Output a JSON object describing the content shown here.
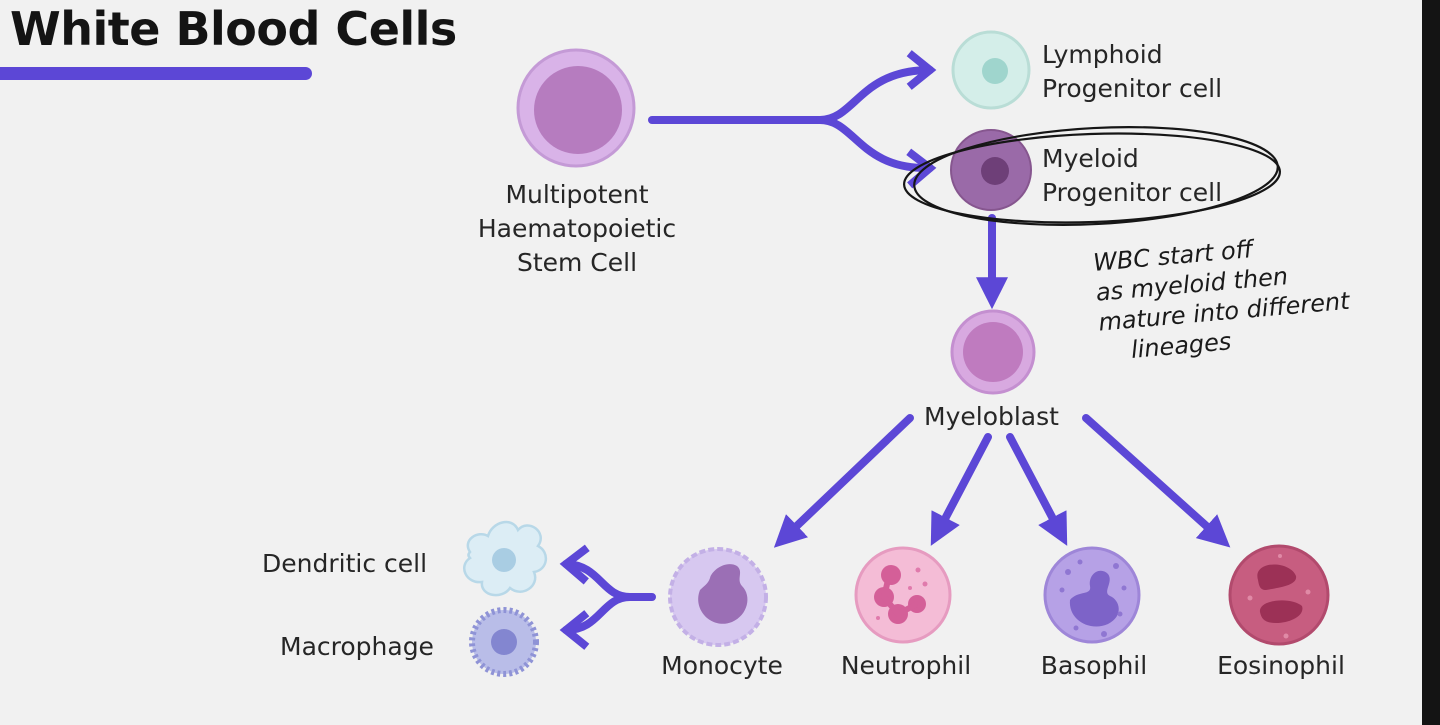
{
  "title": "White Blood Cells",
  "cells": {
    "stem_cell": {
      "label_lines": [
        "Multipotent",
        "Haematopoietic",
        "Stem Cell"
      ]
    },
    "lymphoid": {
      "label_lines": [
        "Lymphoid",
        "Progenitor cell"
      ]
    },
    "myeloid": {
      "label_lines": [
        "Myeloid",
        "Progenitor cell"
      ]
    },
    "myeloblast": {
      "label": "Myeloblast"
    },
    "monocyte": {
      "label": "Monocyte"
    },
    "neutrophil": {
      "label": "Neutrophil"
    },
    "basophil": {
      "label": "Basophil"
    },
    "eosinophil": {
      "label": "Eosinophil"
    },
    "dendritic": {
      "label": "Dendritic cell"
    },
    "macrophage": {
      "label": "Macrophage"
    }
  },
  "annotation": {
    "lines": [
      "WBC start off",
      "as myeloid then",
      "mature into different",
      "lineages"
    ]
  },
  "colors": {
    "arrow": "#5c47d6",
    "title_bar": "#5c47d6",
    "stem_cell": "#d9b3e8",
    "lymphoid": "#d4eee9",
    "myeloid": "#9a6aa8",
    "myeloblast": "#d8a9e0",
    "monocyte": "#d7c8f0",
    "neutrophil": "#f4bcd6",
    "basophil": "#b6a1e6",
    "eosinophil": "#c75d80"
  }
}
